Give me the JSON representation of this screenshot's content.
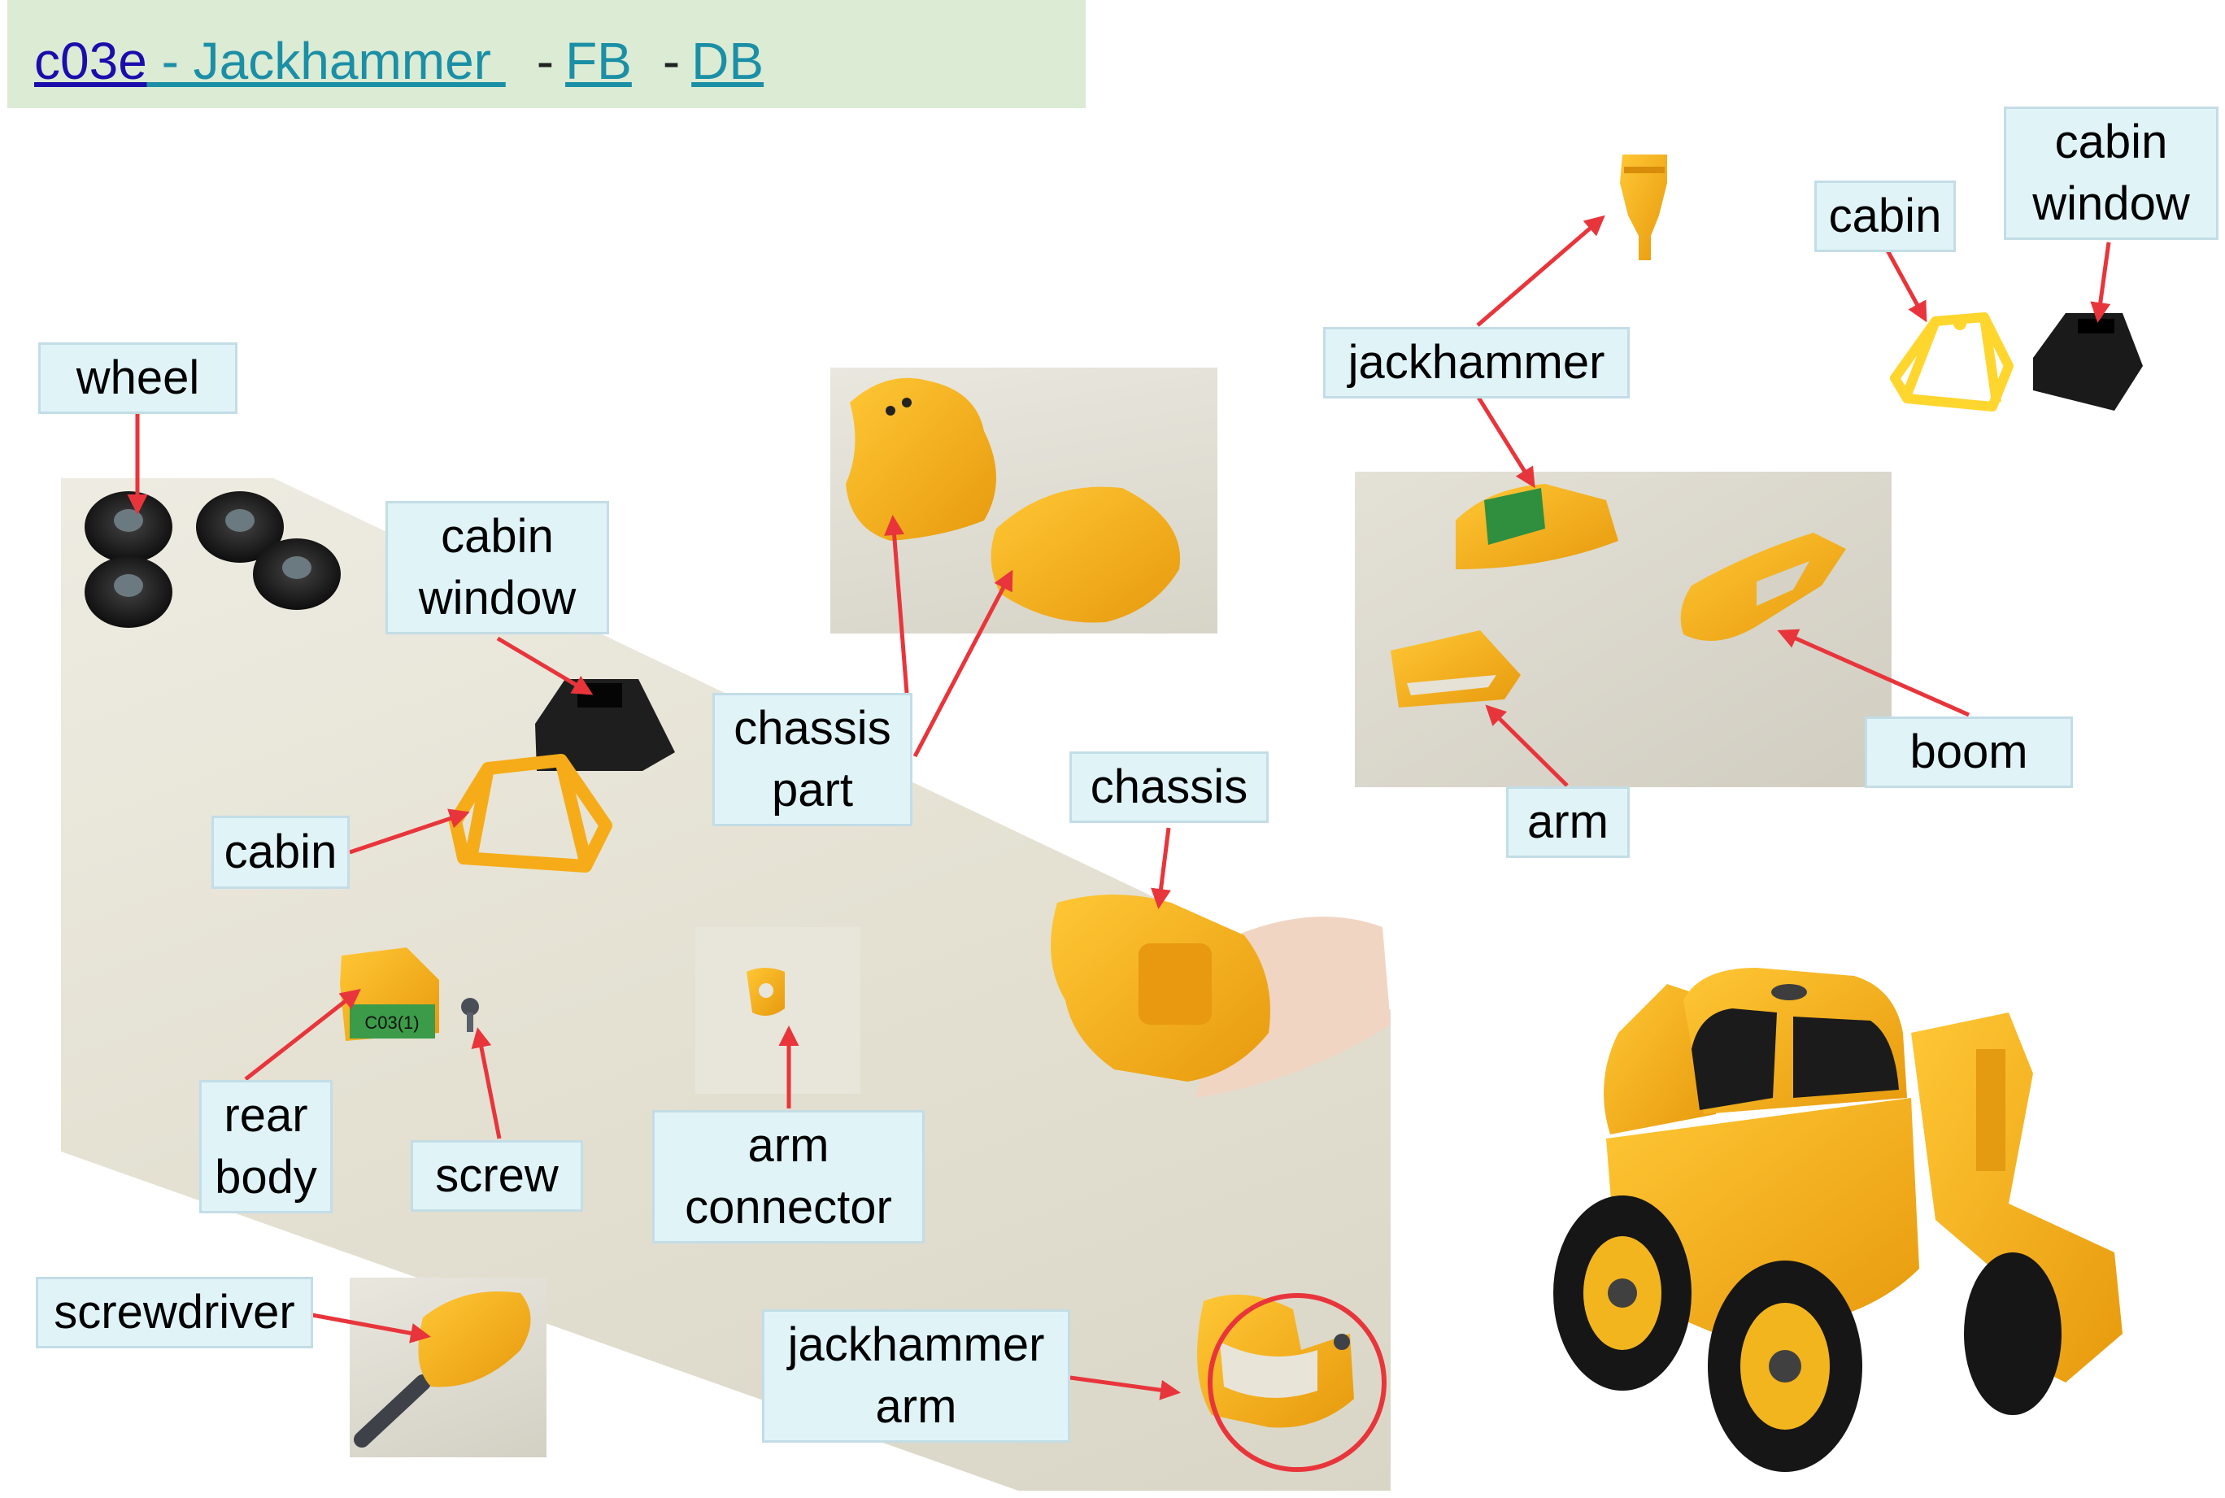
{
  "header": {
    "code_link": "c03e",
    "title_link": " - Jackhammer ",
    "separator_1": "-",
    "fb_link": "FB",
    "separator_2": "-",
    "db_link": "DB"
  },
  "labels": {
    "wheel": "wheel",
    "cabin_window_left": "cabin\nwindow",
    "cabin_left": "cabin",
    "rear_body": "rear\nbody",
    "screw": "screw",
    "screwdriver": "screwdriver",
    "chassis_part": "chassis\npart",
    "chassis": "chassis",
    "arm_connector": "arm\nconnector",
    "jackhammer_arm": "jackhammer\narm",
    "jackhammer": "jackhammer",
    "boom": "boom",
    "arm": "arm",
    "cabin_right": "cabin",
    "cabin_window_right": "cabin\nwindow"
  },
  "rear_body_sticker": "C03(1)",
  "colors": {
    "header_bg": "#dbebd4",
    "label_bg": "#e0f4f8",
    "arrow": "#e8353b",
    "part_yellow": "#f7b21c",
    "part_black": "#1c1c1c"
  }
}
